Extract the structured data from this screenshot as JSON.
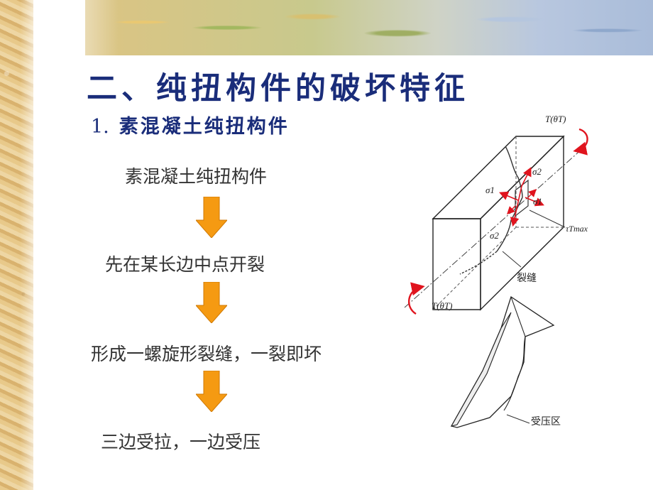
{
  "slide": {
    "title": "二、纯扭构件的破坏特征",
    "subtitle_number": "1.",
    "subtitle_text": "素混凝土纯扭构件"
  },
  "flow": {
    "steps": [
      "素混凝土纯扭构件",
      "先在某长边中点开裂",
      "形成一螺旋形裂缝，一裂即坏",
      "三边受拉，一边受压"
    ],
    "arrow_color": "#f59a12"
  },
  "diagram": {
    "torque_label": "T(θT)",
    "sigma1": "σ1",
    "sigma2": "σ2",
    "tau_max": "τTmax",
    "crack_label": "裂缝",
    "compression_zone_label": "受压区"
  },
  "colors": {
    "title": "#1a2d7a",
    "stress_arrows": "#e0141e",
    "diagram_lines": "#222222"
  }
}
